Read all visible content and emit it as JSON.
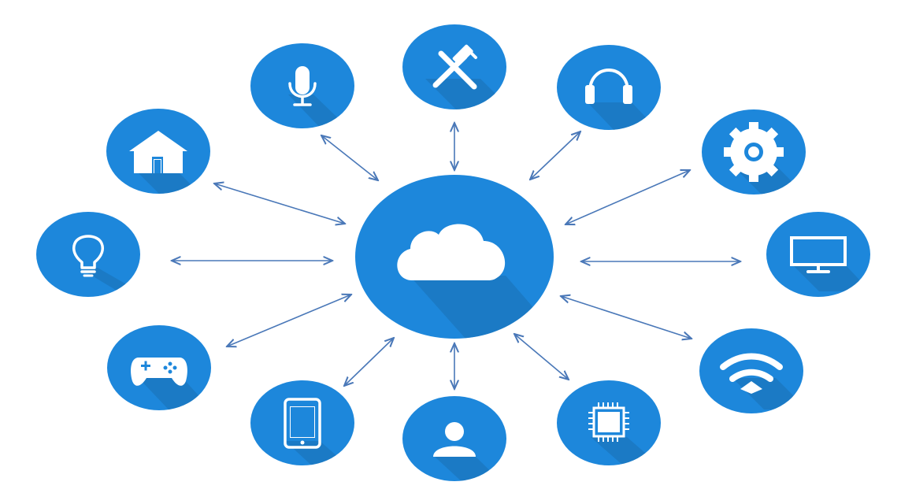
{
  "diagram": {
    "accent_color": "#1d87db",
    "shadow_color": "#1a6fb3",
    "connector_color": "#4a78b8",
    "background_color": "#ffffff",
    "hub": {
      "icon": "cloud-icon"
    },
    "nodes": [
      {
        "id": "home",
        "icon": "home-icon"
      },
      {
        "id": "microphone",
        "icon": "microphone-icon"
      },
      {
        "id": "tools",
        "icon": "tools-icon"
      },
      {
        "id": "headphones",
        "icon": "headphones-icon"
      },
      {
        "id": "settings",
        "icon": "gear-icon"
      },
      {
        "id": "monitor",
        "icon": "monitor-icon"
      },
      {
        "id": "wifi",
        "icon": "wifi-icon"
      },
      {
        "id": "chip",
        "icon": "chip-icon"
      },
      {
        "id": "user",
        "icon": "user-icon"
      },
      {
        "id": "phone",
        "icon": "smartphone-icon"
      },
      {
        "id": "gamepad",
        "icon": "gamepad-icon"
      },
      {
        "id": "lightbulb",
        "icon": "lightbulb-icon"
      }
    ]
  }
}
